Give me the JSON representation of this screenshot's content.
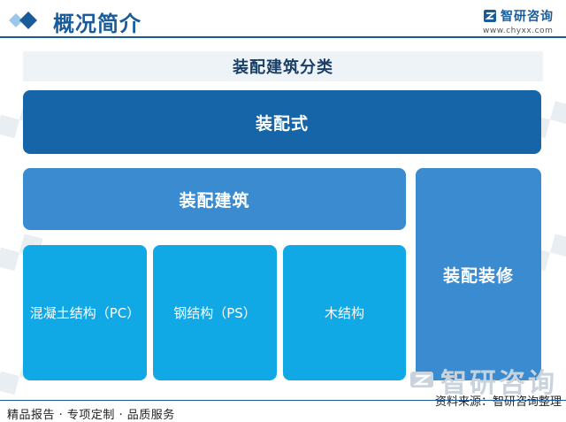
{
  "header": {
    "title": "概况简介",
    "logo_name": "智研咨询",
    "logo_url": "www.chyxx.com"
  },
  "diagram": {
    "title": "装配建筑分类",
    "root": "装配式",
    "branch_building": "装配建筑",
    "branch_decoration": "装配装修",
    "leaves": [
      "混凝土结构（PC）",
      "钢结构（PS）",
      "木结构"
    ]
  },
  "footer": {
    "tagline": "精品报告 · 专项定制 · 品质服务",
    "source": "资料来源：智研咨询整理",
    "watermark": "智研咨询"
  },
  "colors": {
    "brand": "#1a5c9a",
    "root_box": "#1565a8",
    "branch_box": "#3a8bd0",
    "leaf_box": "#11a8e6",
    "title_bar": "#eef3f8"
  },
  "icons": [
    "double-diamond-icon",
    "zhiyan-logo-icon"
  ]
}
